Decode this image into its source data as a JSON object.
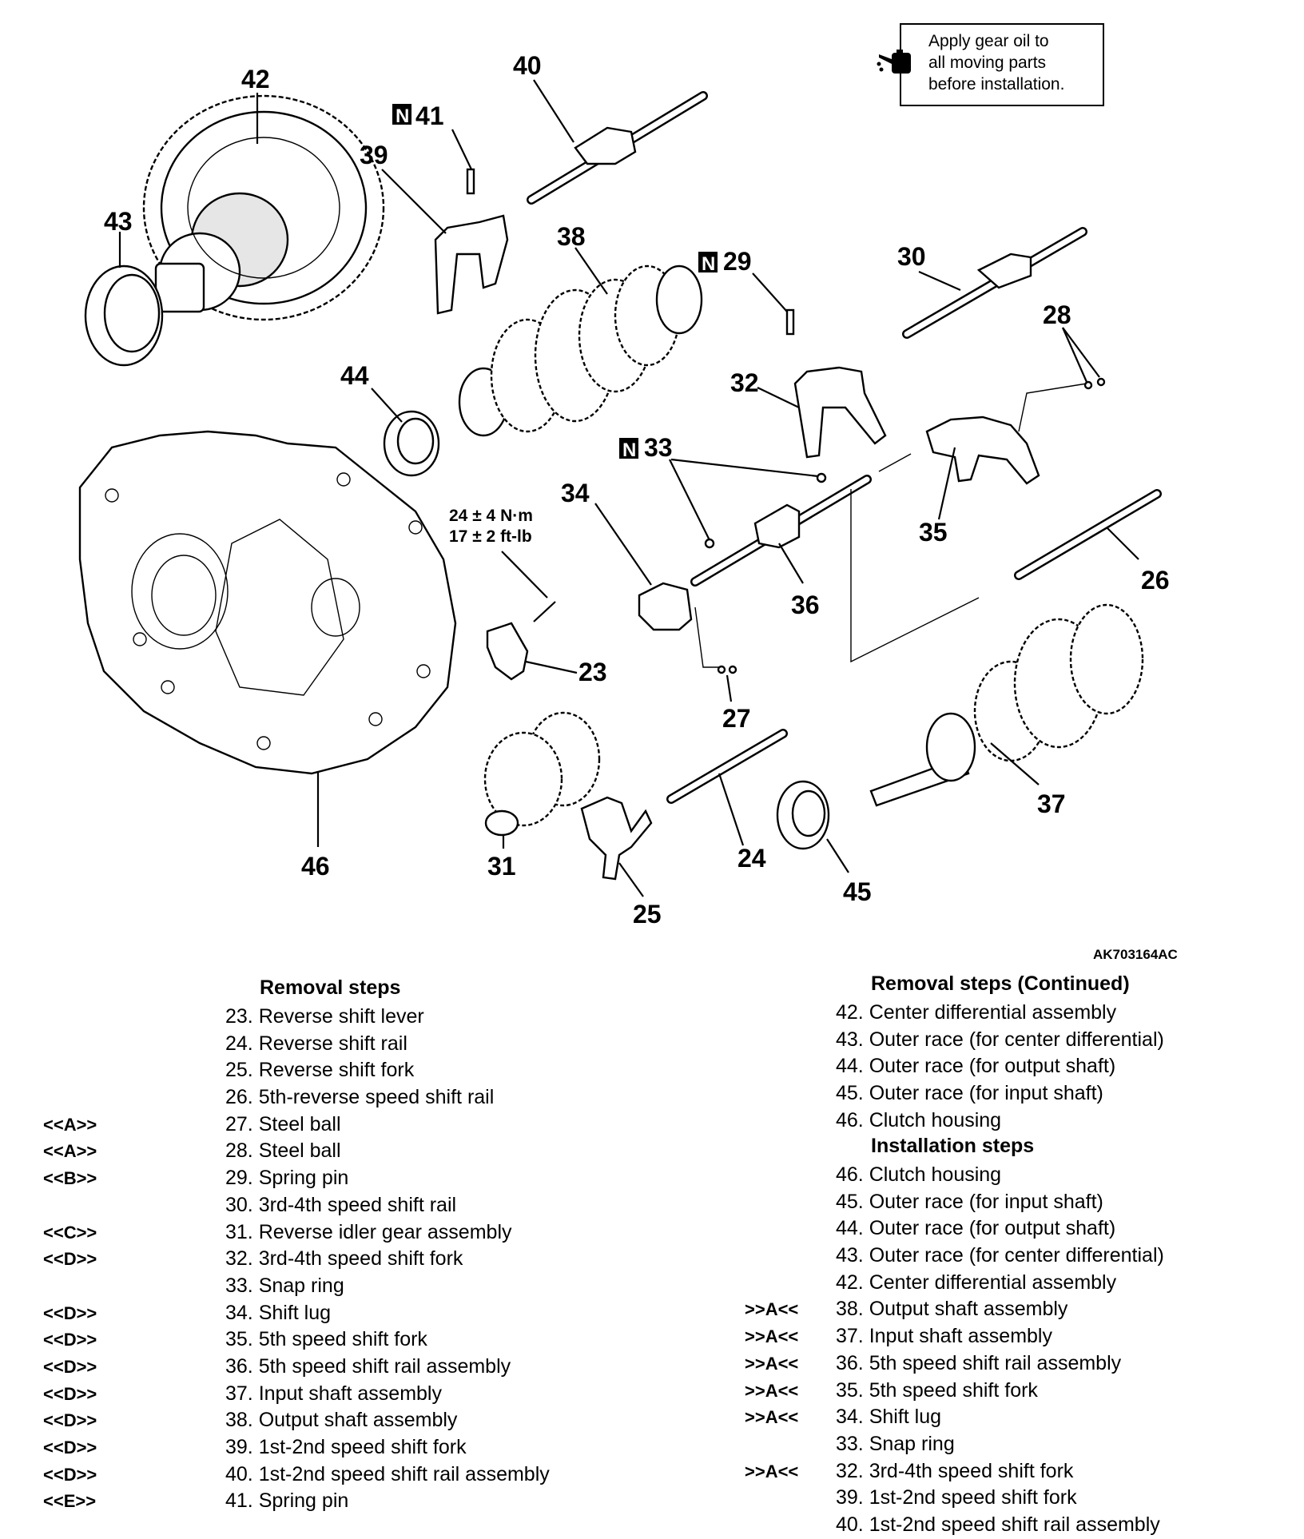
{
  "note": {
    "icon": "oil-can-icon",
    "lines": [
      "Apply gear oil to",
      "all moving parts",
      "before installation."
    ]
  },
  "reference_code": "AK703164AC",
  "torque_spec": {
    "nm": "24 ± 4 N·m",
    "ftlb": "17 ± 2 ft-lb"
  },
  "new_part_marker": "N",
  "callouts": [
    "42",
    "40",
    "41",
    "39",
    "43",
    "38",
    "29",
    "30",
    "28",
    "44",
    "32",
    "33",
    "34",
    "35",
    "26",
    "36",
    "23",
    "27",
    "37",
    "46",
    "31",
    "24",
    "45",
    "25"
  ],
  "removal_steps": {
    "title": "Removal steps",
    "items": [
      {
        "mark": "",
        "text": "23. Reverse shift lever"
      },
      {
        "mark": "",
        "text": "24. Reverse shift rail"
      },
      {
        "mark": "",
        "text": "25. Reverse shift fork"
      },
      {
        "mark": "",
        "text": "26. 5th-reverse speed shift rail"
      },
      {
        "mark": "<<A>>",
        "text": "27. Steel ball"
      },
      {
        "mark": "<<A>>",
        "text": "28. Steel ball"
      },
      {
        "mark": "<<B>>",
        "text": "29. Spring pin"
      },
      {
        "mark": "",
        "text": "30. 3rd-4th speed shift rail"
      },
      {
        "mark": "<<C>>",
        "text": "31. Reverse idler gear assembly"
      },
      {
        "mark": "<<D>>",
        "text": "32. 3rd-4th speed shift fork"
      },
      {
        "mark": "",
        "text": "33. Snap ring"
      },
      {
        "mark": "<<D>>",
        "text": "34. Shift lug"
      },
      {
        "mark": "<<D>>",
        "text": "35. 5th speed shift fork"
      },
      {
        "mark": "<<D>>",
        "text": "36. 5th speed shift rail assembly"
      },
      {
        "mark": "<<D>>",
        "text": "37. Input shaft assembly"
      },
      {
        "mark": "<<D>>",
        "text": "38. Output shaft assembly"
      },
      {
        "mark": "<<D>>",
        "text": "39. 1st-2nd speed shift fork"
      },
      {
        "mark": "<<D>>",
        "text": "40. 1st-2nd speed shift rail assembly"
      },
      {
        "mark": "<<E>>",
        "text": "41. Spring pin"
      }
    ]
  },
  "removal_steps_continued": {
    "title": "Removal steps (Continued)",
    "items": [
      {
        "mark": "",
        "text": "42. Center differential assembly"
      },
      {
        "mark": "",
        "text": "43. Outer race (for center differential)"
      },
      {
        "mark": "",
        "text": "44. Outer race (for output shaft)"
      },
      {
        "mark": "",
        "text": "45. Outer race (for input shaft)"
      },
      {
        "mark": "",
        "text": "46. Clutch housing"
      }
    ]
  },
  "installation_steps": {
    "title": "Installation steps",
    "items": [
      {
        "mark": "",
        "text": "46. Clutch housing"
      },
      {
        "mark": "",
        "text": "45. Outer race (for input shaft)"
      },
      {
        "mark": "",
        "text": "44. Outer race (for output shaft)"
      },
      {
        "mark": "",
        "text": "43. Outer race (for center differential)"
      },
      {
        "mark": "",
        "text": "42. Center differential assembly"
      },
      {
        "mark": ">>A<<",
        "text": "38. Output shaft assembly"
      },
      {
        "mark": ">>A<<",
        "text": "37. Input shaft assembly"
      },
      {
        "mark": ">>A<<",
        "text": "36. 5th speed shift rail assembly"
      },
      {
        "mark": ">>A<<",
        "text": "35. 5th speed shift fork"
      },
      {
        "mark": ">>A<<",
        "text": "34. Shift lug"
      },
      {
        "mark": "",
        "text": "33. Snap ring"
      },
      {
        "mark": ">>A<<",
        "text": "32. 3rd-4th speed shift fork"
      },
      {
        "mark": "",
        "text": "39. 1st-2nd speed shift fork"
      },
      {
        "mark": "",
        "text": "40. 1st-2nd speed shift rail assembly"
      }
    ]
  }
}
